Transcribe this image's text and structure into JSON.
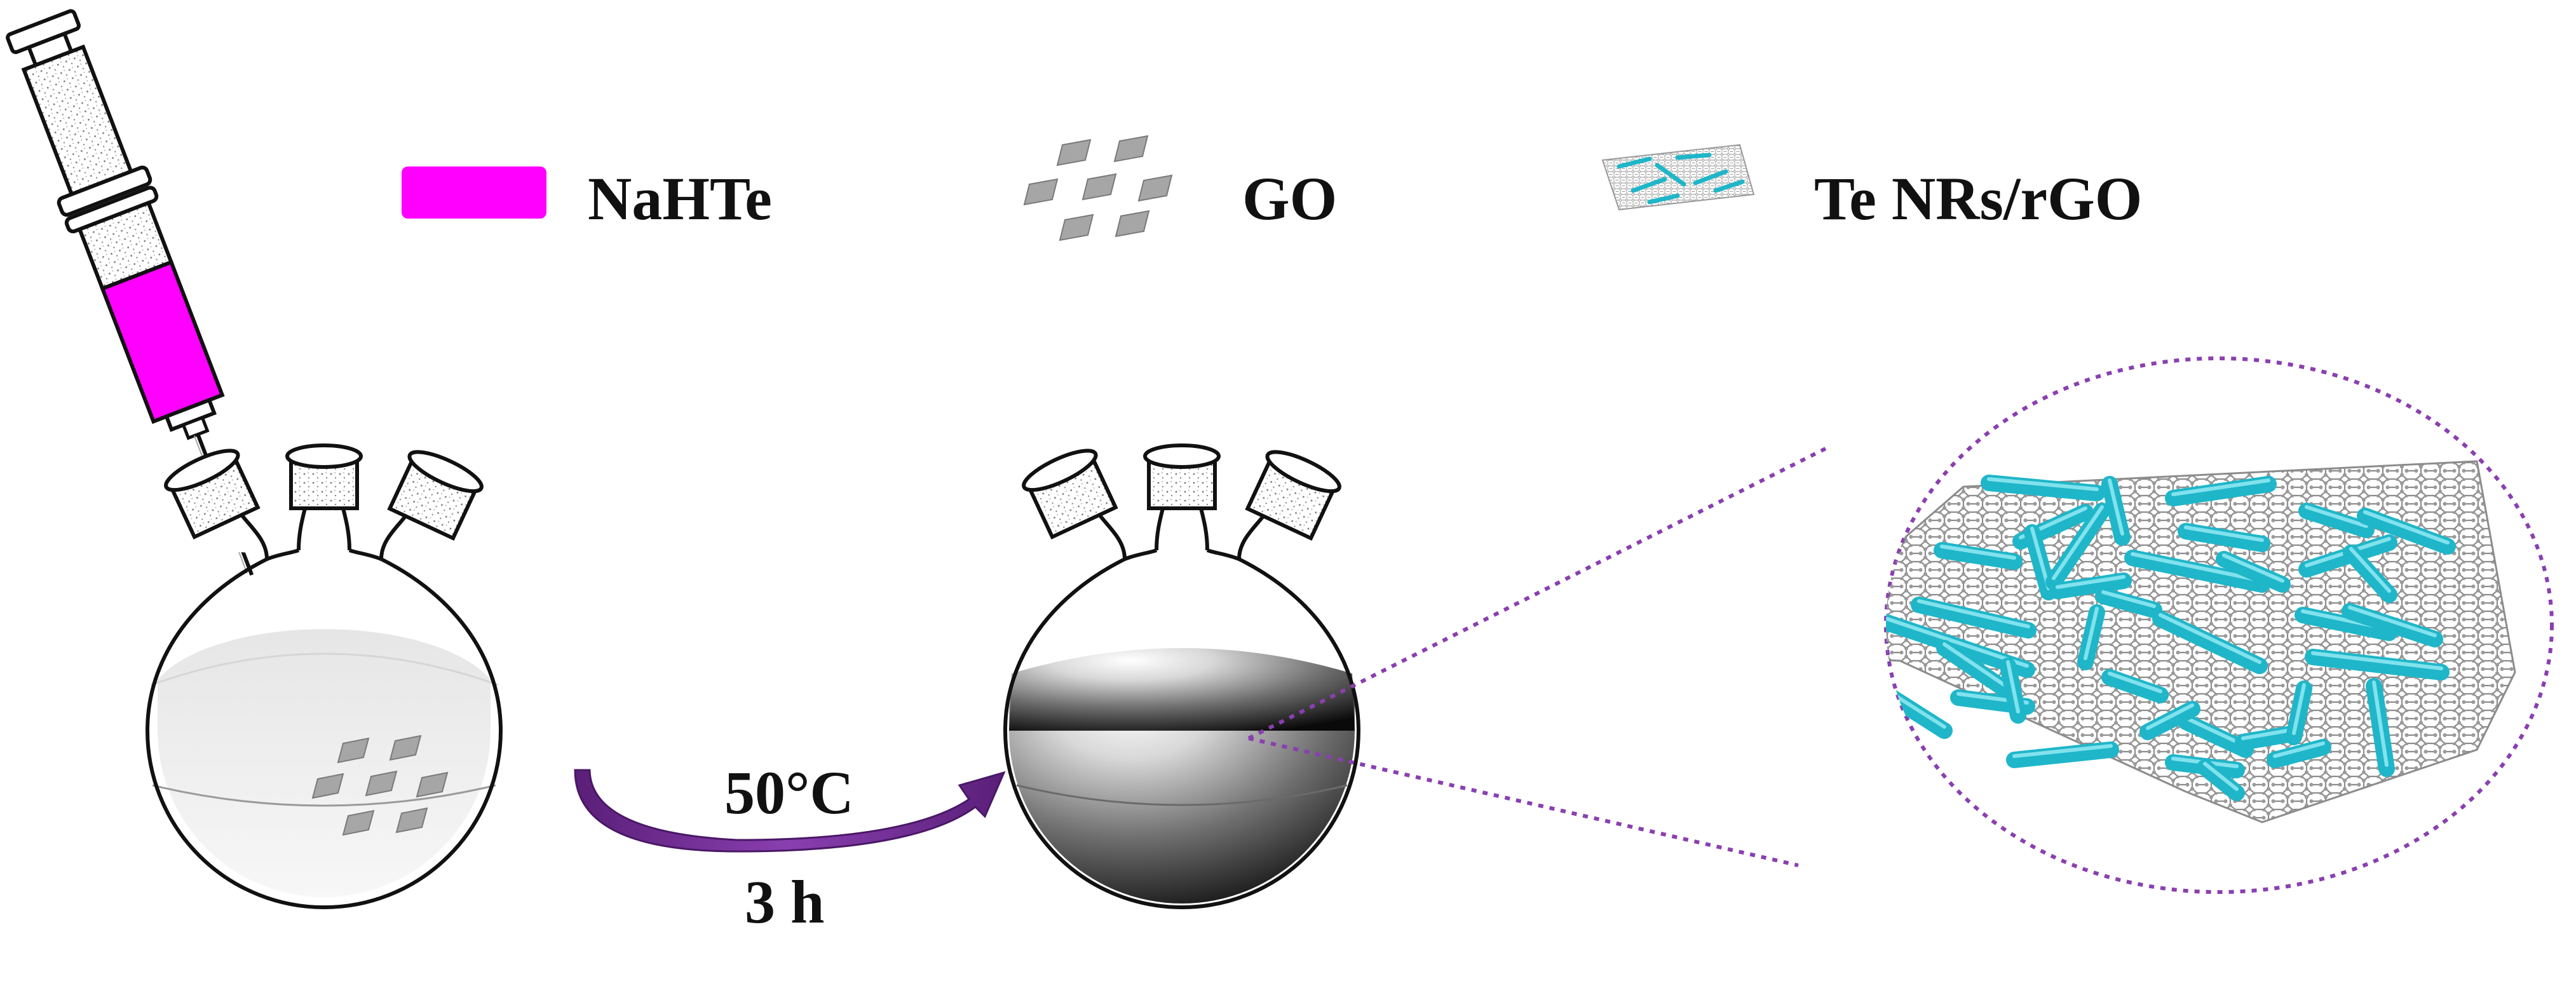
{
  "legend": {
    "items": [
      {
        "label": "NaHTe",
        "icon": "magenta-bar-icon",
        "color": "#ff00ff"
      },
      {
        "label": "GO",
        "icon": "go-sheets-icon",
        "color": "#9a9a9a"
      },
      {
        "label": "Te NRs/rGO",
        "icon": "te-nrs-rgo-icon",
        "color": "#1fb6c9"
      }
    ]
  },
  "reaction": {
    "temperature": "50°C",
    "time": "3 h",
    "arrow_color": "#7a2a9a"
  },
  "colors": {
    "syringe_liquid": "#ff00ff",
    "nanorod": "#1fb6c9",
    "graphene": "#8c8c8c",
    "zoom_outline": "#8a3fb0"
  }
}
